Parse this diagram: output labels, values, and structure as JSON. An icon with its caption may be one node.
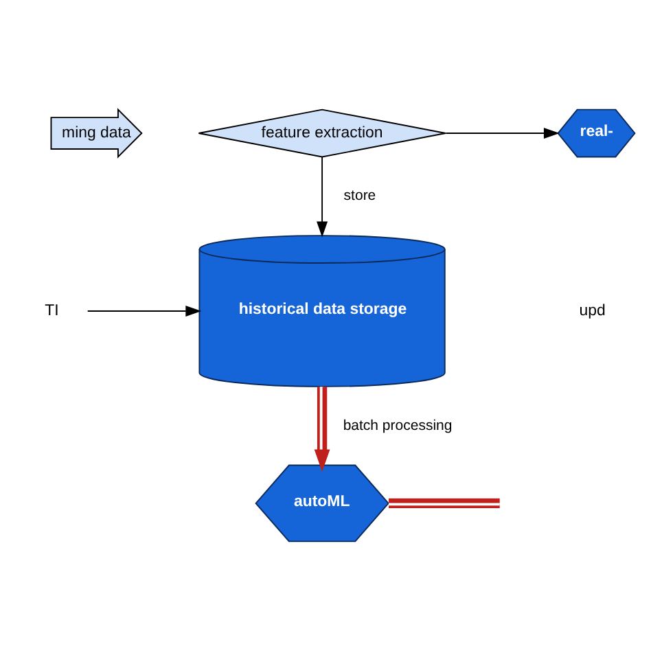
{
  "diagram": {
    "nodes": [
      {
        "text": [
          "ming data"
        ]
      },
      {
        "text": [
          "feature extraction"
        ]
      },
      {
        "text": [
          "real-"
        ]
      },
      {
        "text": [
          "historical data storage"
        ]
      },
      {
        "text": [
          "TI"
        ]
      },
      {
        "text": [
          "autoML"
        ]
      }
    ],
    "edges": [
      {
        "from": 1,
        "to": 2,
        "arrow": "to"
      },
      {
        "from": 1,
        "to": 3,
        "label": "store",
        "arrow": "to"
      },
      {
        "from": 4,
        "to": 3,
        "arrow": "to"
      },
      {
        "from": 3,
        "to": 5,
        "label": "batch processing",
        "arrow": "to",
        "style": "thick",
        "color": "#c0201c"
      },
      {
        "from": 5,
        "to": null,
        "arrow": "none",
        "style": "thick",
        "color": "#c0201c"
      }
    ],
    "labels": [
      "upd"
    ]
  }
}
